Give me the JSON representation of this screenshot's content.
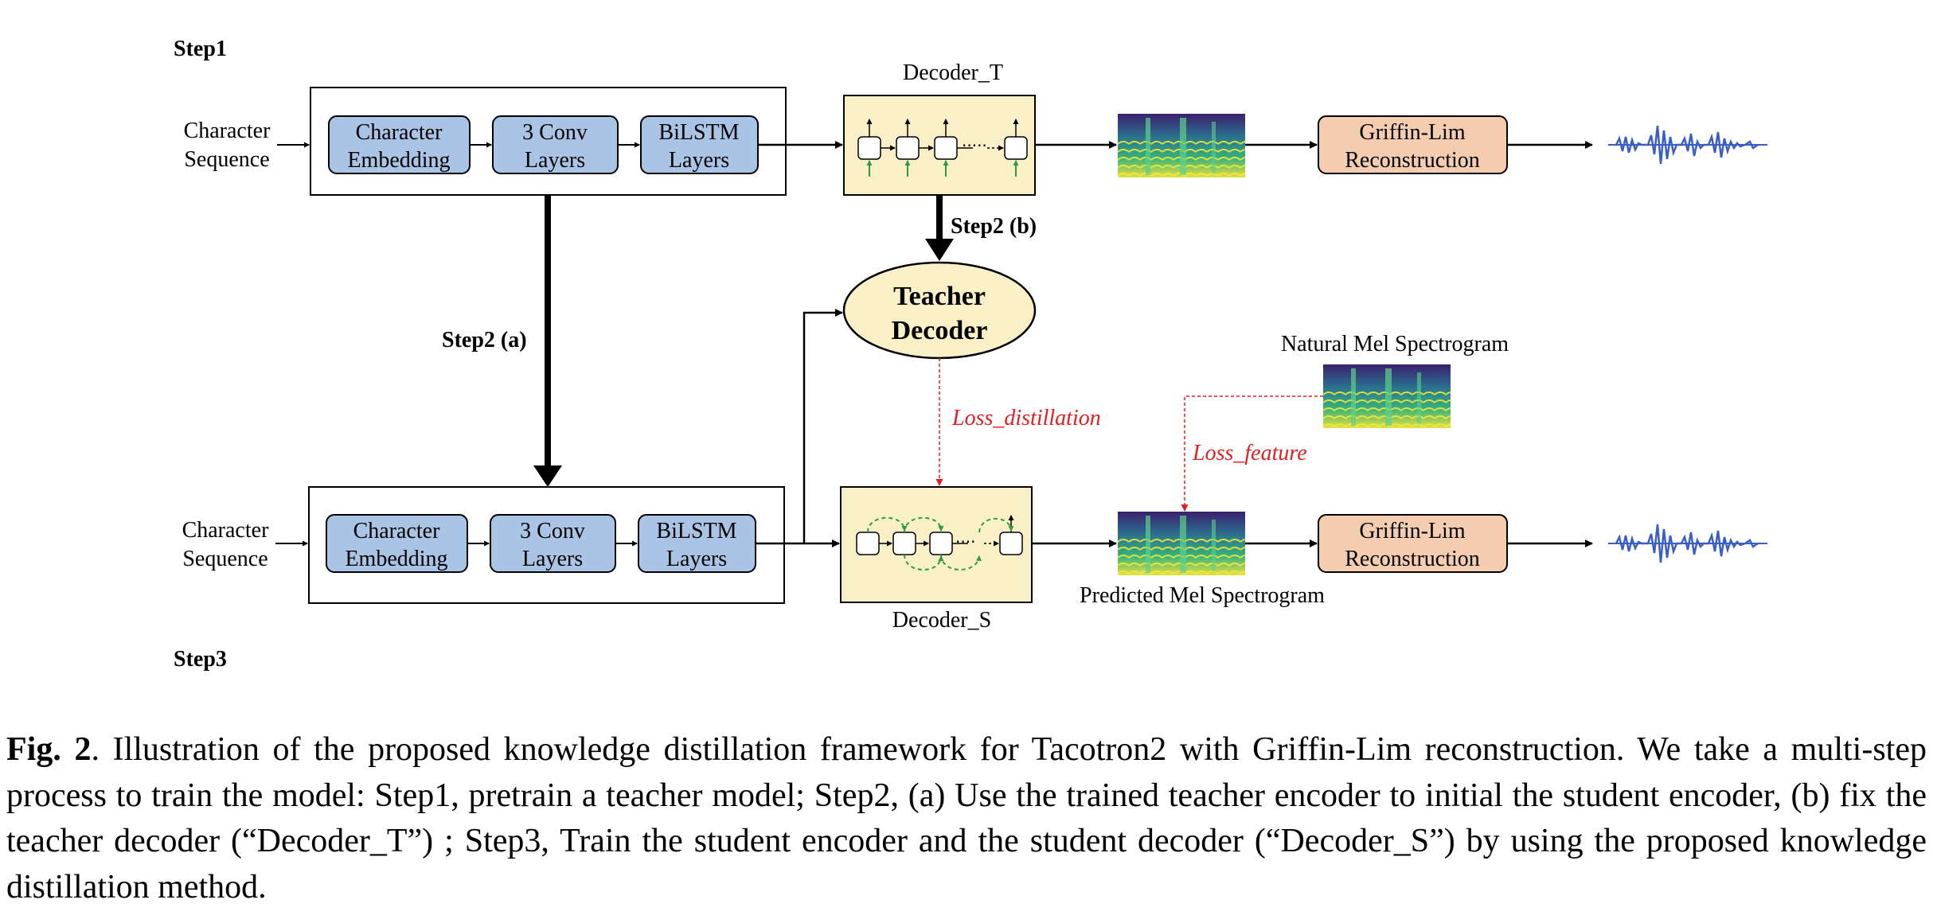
{
  "steps": {
    "step1": "Step1",
    "step2a": "Step2 (a)",
    "step2b": "Step2 (b)",
    "step3": "Step3"
  },
  "teacher_row": {
    "input_line1": "Character",
    "input_line2": "Sequence",
    "embed_line1": "Character",
    "embed_line2": "Embedding",
    "conv_line1": "3 Conv",
    "conv_line2": "Layers",
    "lstm_line1": "BiLSTM",
    "lstm_line2": "Layers",
    "decoder_label": "Decoder_T",
    "griffin_line1": "Griffin-Lim",
    "griffin_line2": "Reconstruction"
  },
  "teacher_decoder": {
    "line1": "Teacher",
    "line2": "Decoder"
  },
  "losses": {
    "distillation": "Loss_distillation",
    "feature": "Loss_feature"
  },
  "natural_mel_label": "Natural Mel Spectrogram",
  "student_row": {
    "input_line1": "Character",
    "input_line2": "Sequence",
    "embed_line1": "Character",
    "embed_line2": "Embedding",
    "conv_line1": "3 Conv",
    "conv_line2": "Layers",
    "lstm_line1": "BiLSTM",
    "lstm_line2": "Layers",
    "decoder_label": "Decoder_S",
    "griffin_line1": "Griffin-Lim",
    "griffin_line2": "Reconstruction",
    "predicted_mel_label": "Predicted Mel Spectrogram"
  },
  "caption": {
    "prefix": "Fig. 2",
    "text": ". Illustration of the proposed knowledge distillation framework for Tacotron2 with Griffin-Lim reconstruction. We take a multi-step process to train the model: Step1, pretrain a teacher model; Step2, (a) Use the trained teacher encoder to initial the student encoder, (b) fix the teacher decoder (“Decoder_T”) ; Step3, Train the student encoder and the student decoder (“Decoder_S”) by using the proposed knowledge distillation method."
  },
  "colors": {
    "block_fill": "#a9c4e4",
    "decoder_fill": "#f9f0c8",
    "griffin_fill": "#f4cdb0",
    "loss_red": "#e02020",
    "wave_blue": "#3a5ec4",
    "cell_arrow_green": "#2e9a4a"
  }
}
